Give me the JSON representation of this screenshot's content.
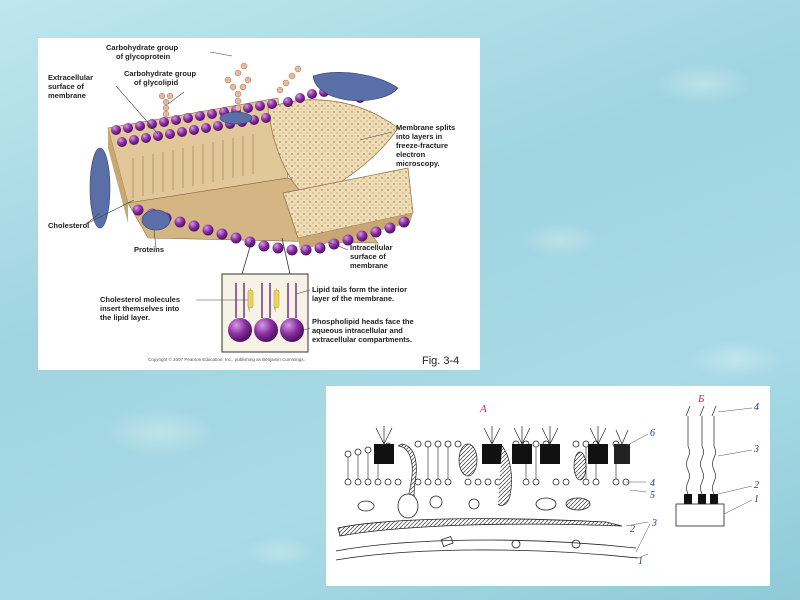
{
  "top_figure": {
    "labels": {
      "carb_glycoprotein_1": "Carbohydrate group",
      "carb_glycoprotein_2": "of glycoprotein",
      "carb_glycolipid_1": "Carbohydrate group",
      "carb_glycolipid_2": "of glycolipid",
      "extracellular_1": "Extracellular",
      "extracellular_2": "surface of",
      "extracellular_3": "membrane",
      "splits_1": "Membrane splits",
      "splits_2": "into layers in",
      "splits_3": "freeze-fracture",
      "splits_4": "electron",
      "splits_5": "microscopy.",
      "cholesterol": "Cholesterol",
      "proteins": "Proteins",
      "intracellular_1": "Intracellular",
      "intracellular_2": "surface of",
      "intracellular_3": "membrane",
      "chol_insert_1": "Cholesterol molecules",
      "chol_insert_2": "insert themselves into",
      "chol_insert_3": "the lipid layer.",
      "tails_1": "Lipid tails form the interior",
      "tails_2": "layer of the membrane.",
      "heads_1": "Phospholipid heads face the",
      "heads_2": "aqueous intracellular and",
      "heads_3": "extracellular compartments.",
      "copyright": "Copyright © 2007 Pearson Education, Inc., publishing as Benjamin Cummings.",
      "fig_number": "Fig. 3-4"
    },
    "colors": {
      "head_purple": "#7a2a8c",
      "tail_tan": "#e6d2a8",
      "protein_blue": "#5a6fa8",
      "cholesterol_yellow": "#e8d26a"
    }
  },
  "bottom_figure": {
    "heading_a": "А",
    "heading_b": "Б",
    "numbers_a": [
      "6",
      "4",
      "5",
      "2",
      "3",
      "1"
    ],
    "numbers_b": [
      "4",
      "3",
      "2",
      "1"
    ]
  }
}
